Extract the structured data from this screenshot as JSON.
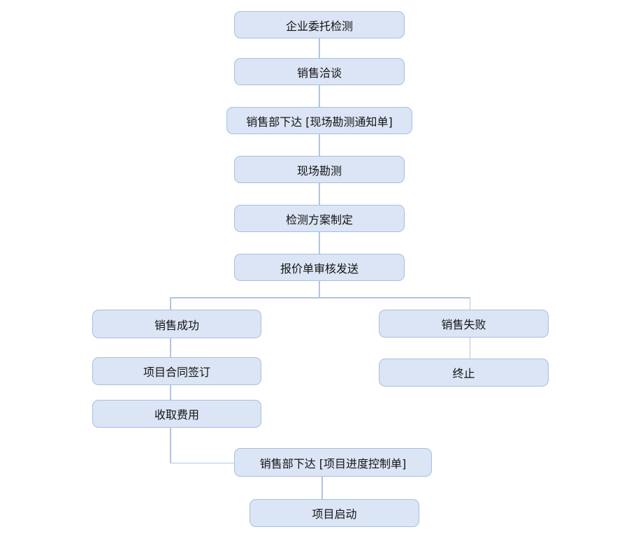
{
  "diagram": {
    "type": "flowchart",
    "background_color": "#ffffff",
    "node_fill_color": "#dbe5f5",
    "node_border_color": "#a5c0e2",
    "connector_color": "#b1c5de",
    "text_color": "#141414"
  },
  "nodes": [
    {
      "id": "enterprise-commission-test",
      "label": "企业委托检测"
    },
    {
      "id": "sales-negotiation",
      "label": "销售洽谈"
    },
    {
      "id": "site-survey-notice",
      "label": "销售部下达 [现场勘测通知单]"
    },
    {
      "id": "site-survey",
      "label": "现场勘测"
    },
    {
      "id": "test-plan-formulation",
      "label": "检测方案制定"
    },
    {
      "id": "quotation-review-send",
      "label": "报价单审核发送"
    },
    {
      "id": "sales-success",
      "label": "销售成功"
    },
    {
      "id": "sales-failure",
      "label": "销售失败"
    },
    {
      "id": "project-contract-signing",
      "label": "项目合同签订"
    },
    {
      "id": "terminate",
      "label": "终止"
    },
    {
      "id": "fee-collection",
      "label": "收取费用"
    },
    {
      "id": "progress-control-order",
      "label": "销售部下达 [项目进度控制单]"
    },
    {
      "id": "project-start",
      "label": "项目启动"
    }
  ],
  "edges": [
    {
      "from": "enterprise-commission-test",
      "to": "sales-negotiation"
    },
    {
      "from": "sales-negotiation",
      "to": "site-survey-notice"
    },
    {
      "from": "site-survey-notice",
      "to": "site-survey"
    },
    {
      "from": "site-survey",
      "to": "test-plan-formulation"
    },
    {
      "from": "test-plan-formulation",
      "to": "quotation-review-send"
    },
    {
      "from": "quotation-review-send",
      "to": "sales-success"
    },
    {
      "from": "quotation-review-send",
      "to": "sales-failure"
    },
    {
      "from": "sales-success",
      "to": "project-contract-signing"
    },
    {
      "from": "sales-failure",
      "to": "terminate"
    },
    {
      "from": "project-contract-signing",
      "to": "fee-collection"
    },
    {
      "from": "fee-collection",
      "to": "progress-control-order"
    },
    {
      "from": "progress-control-order",
      "to": "project-start"
    }
  ]
}
